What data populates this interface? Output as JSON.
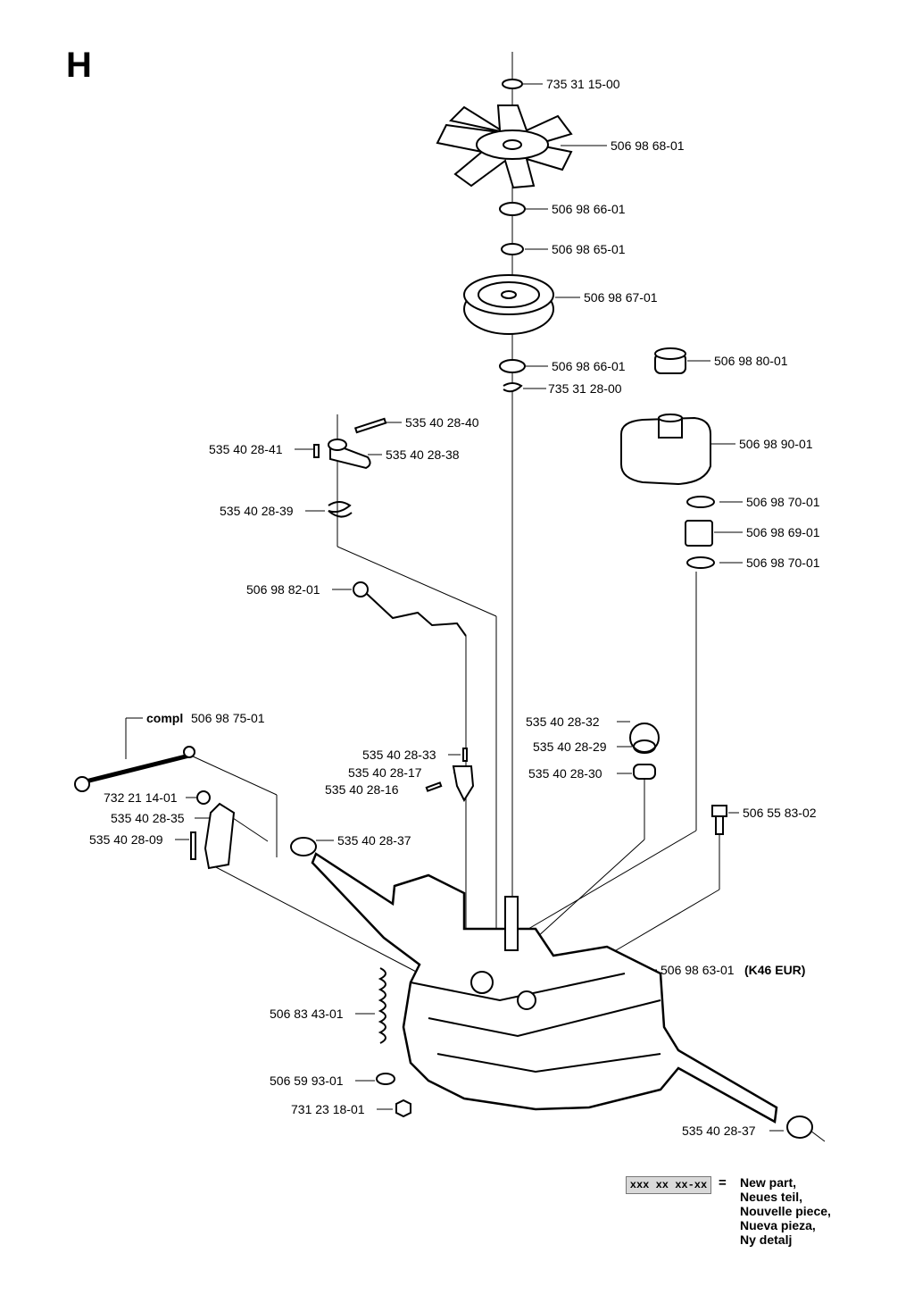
{
  "page_letter": "H",
  "parts": {
    "p735311500": "735 31 15-00",
    "p506986801": "506 98 68-01",
    "p506986601a": "506 98 66-01",
    "p506986501": "506 98 65-01",
    "p506986701": "506 98 67-01",
    "p506986601b": "506 98 66-01",
    "p735312800": "735 31 28-00",
    "p506988001": "506 98 80-01",
    "p506989001": "506 98 90-01",
    "p506987001a": "506 98 70-01",
    "p506986901": "506 98 69-01",
    "p506987001b": "506 98 70-01",
    "p535402840": "535 40 28-40",
    "p535402841": "535 40 28-41",
    "p535402838": "535 40 28-38",
    "p535402839": "535 40 28-39",
    "p506988201": "506 98 82-01",
    "compl_prefix": "compl",
    "p506987501": "506 98 75-01",
    "p535402832": "535 40 28-32",
    "p535402829": "535 40 28-29",
    "p535402830": "535 40 28-30",
    "p535402833": "535 40 28-33",
    "p535402817": "535 40 28-17",
    "p535402816": "535 40 28-16",
    "p732211401": "732 21 14-01",
    "p535402835": "535 40 28-35",
    "p535402809": "535 40 28-09",
    "p535402837a": "535 40 28-37",
    "p506558302": "506 55 83-02",
    "p506986301": "506 98 63-01",
    "p506986301_note": "(K46 EUR)",
    "p506834301": "506 83 43-01",
    "p506599301": "506 59 93-01",
    "p731231801": "731 23 18-01",
    "p535402837b": "535 40 28-37"
  },
  "legend": {
    "code": "xxx xx xx-xx",
    "equals": "=",
    "lines": [
      "New part,",
      "Neues teil,",
      "Nouvelle piece,",
      "Nueva pieza,",
      "Ny detalj"
    ]
  }
}
